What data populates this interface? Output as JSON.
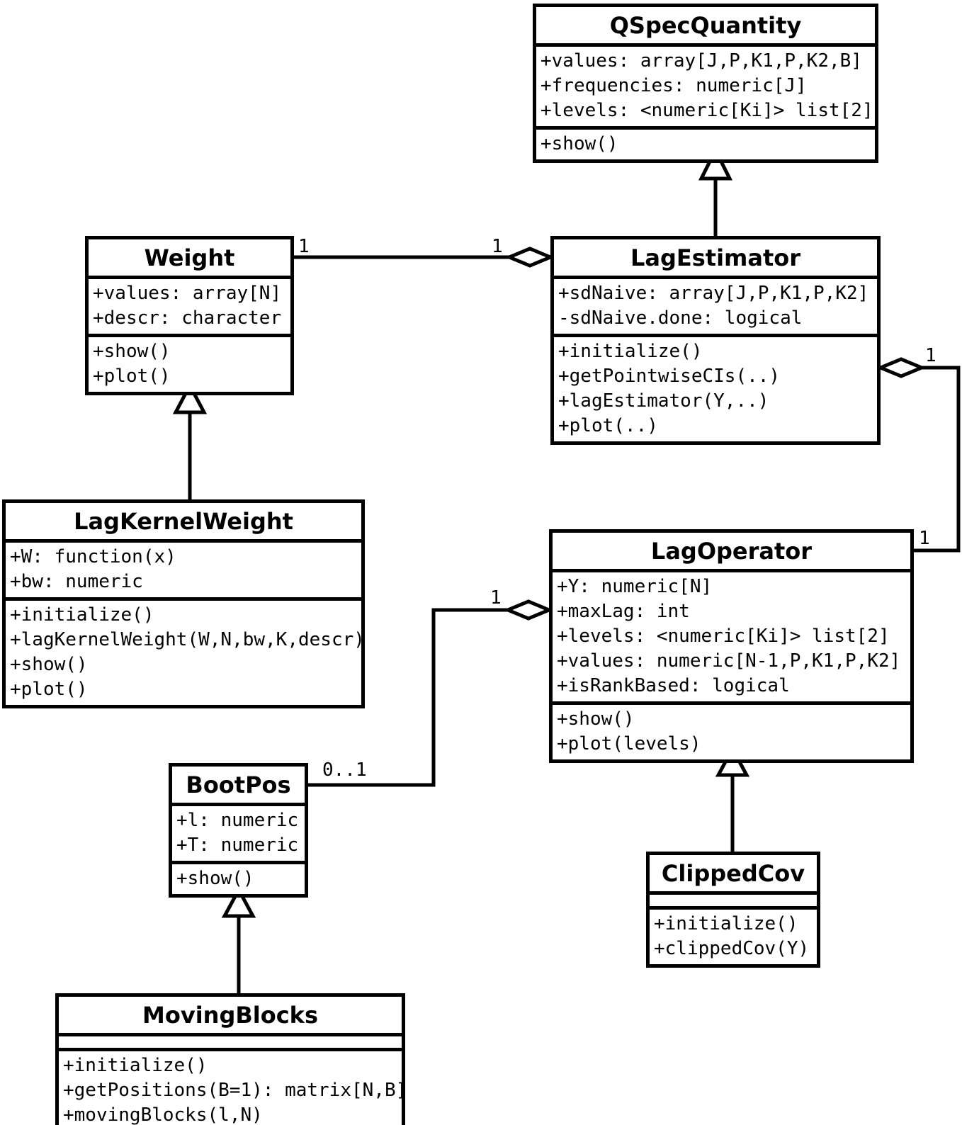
{
  "diagram": {
    "background_color": "#ffffff",
    "line_color": "#000000"
  },
  "classes": {
    "qspec_quantity": {
      "name": "QSpecQuantity",
      "attributes": [
        "+values: array[J,P,K1,P,K2,B]",
        "+frequencies: numeric[J]",
        "+levels: <numeric[Ki]> list[2]"
      ],
      "methods": [
        "+show()"
      ]
    },
    "weight": {
      "name": "Weight",
      "attributes": [
        "+values: array[N]",
        "+descr: character"
      ],
      "methods": [
        "+show()",
        "+plot()"
      ]
    },
    "lag_estimator": {
      "name": "LagEstimator",
      "attributes": [
        "+sdNaive: array[J,P,K1,P,K2]",
        "-sdNaive.done: logical"
      ],
      "methods": [
        "+initialize()",
        "+getPointwiseCIs(..)",
        "+lagEstimator(Y,..)",
        "+plot(..)"
      ]
    },
    "lag_kernel_weight": {
      "name": "LagKernelWeight",
      "attributes": [
        "+W: function(x)",
        "+bw: numeric"
      ],
      "methods": [
        "+initialize()",
        "+lagKernelWeight(W,N,bw,K,descr)",
        "+show()",
        "+plot()"
      ]
    },
    "lag_operator": {
      "name": "LagOperator",
      "attributes": [
        "+Y: numeric[N]",
        "+maxLag: int",
        "+levels: <numeric[Ki]> list[2]",
        "+values: numeric[N-1,P,K1,P,K2]",
        "+isRankBased: logical"
      ],
      "methods": [
        "+show()",
        "+plot(levels)"
      ]
    },
    "boot_pos": {
      "name": "BootPos",
      "attributes": [
        "+l: numeric",
        "+T: numeric"
      ],
      "methods": [
        "+show()"
      ]
    },
    "clipped_cov": {
      "name": "ClippedCov",
      "attributes": [],
      "methods": [
        "+initialize()",
        "+clippedCov(Y)"
      ]
    },
    "moving_blocks": {
      "name": "MovingBlocks",
      "attributes": [],
      "methods": [
        "+initialize()",
        "+getPositions(B=1): matrix[N,B]",
        "+movingBlocks(l,N)"
      ]
    }
  },
  "relationships": [
    {
      "type": "generalization",
      "from": "LagEstimator",
      "to": "QSpecQuantity"
    },
    {
      "type": "generalization",
      "from": "LagKernelWeight",
      "to": "Weight"
    },
    {
      "type": "generalization",
      "from": "ClippedCov",
      "to": "LagOperator"
    },
    {
      "type": "generalization",
      "from": "MovingBlocks",
      "to": "BootPos"
    },
    {
      "type": "aggregation",
      "whole": "LagEstimator",
      "part": "Weight"
    },
    {
      "type": "aggregation",
      "whole": "LagEstimator",
      "part": "LagOperator"
    },
    {
      "type": "aggregation",
      "whole": "LagOperator",
      "part": "BootPos"
    }
  ],
  "multiplicities": {
    "weight_end": "1",
    "weight_assoc_estimator_end": "1",
    "estimator_assoc_estimator_end": "1",
    "estimator_assoc_operator_end": "1",
    "operator_assoc_operator_end": "1",
    "operator_assoc_bootpos_end": "0..1"
  }
}
